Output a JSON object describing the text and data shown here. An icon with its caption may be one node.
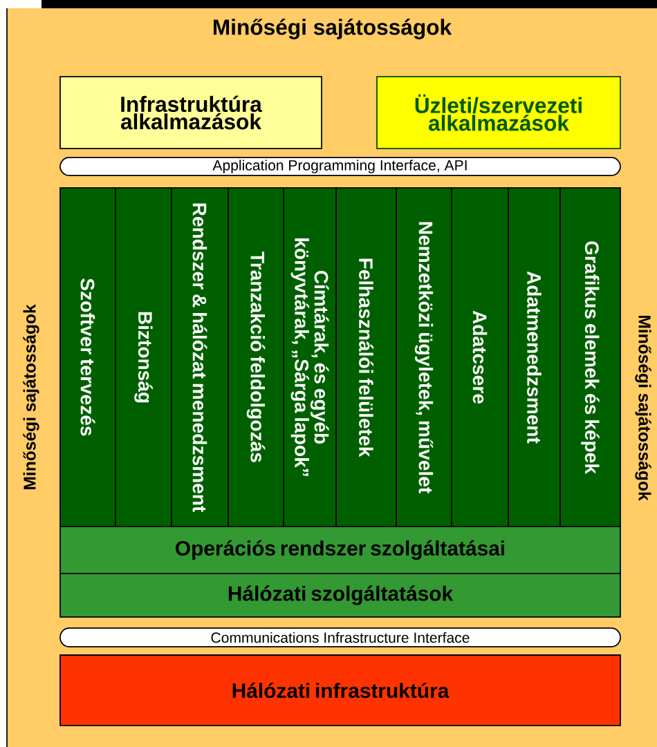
{
  "diagram": {
    "nodes": [
      {
        "text": [
          "Minőségi sajátosságok",
          "Minőségi sajátosságok",
          "Minőségi sajátosságok"
        ]
      },
      {
        "text": [
          "Infrastruktúra alkalmazások"
        ],
        "in": 0
      },
      {
        "text": [
          "Üzleti/szervezeti alkalmazások"
        ],
        "in": 0
      },
      {
        "text": [
          "Application Programming Interface, API"
        ],
        "in": 0
      },
      {
        "text": [
          "Szoftver tervezés"
        ],
        "in": 0
      },
      {
        "text": [
          "Biztonság"
        ],
        "in": 0
      },
      {
        "text": [
          "Rendszer & hálózat menedzsment"
        ],
        "in": 0
      },
      {
        "text": [
          "Tranzakció feldolgozás"
        ],
        "in": 0
      },
      {
        "text": [
          "Címtárak, és egyéb könyvtárak, „Sárga lapok”"
        ],
        "in": 0
      },
      {
        "text": [
          "Felhasználói felületek"
        ],
        "in": 0
      },
      {
        "text": [
          "Nemzetközi ügyletek, művelet"
        ],
        "in": 0
      },
      {
        "text": [
          "Adatcsere"
        ],
        "in": 0
      },
      {
        "text": [
          "Adatmenedzsment"
        ],
        "in": 0
      },
      {
        "text": [
          "Grafikus elemek és képek"
        ],
        "in": 0
      },
      {
        "text": [
          "Operációs rendszer szolgáltatásai"
        ],
        "in": 0
      },
      {
        "text": [
          "Hálózati szolgáltatások"
        ],
        "in": 0
      },
      {
        "text": [
          "Communications Infrastructure Interface"
        ],
        "in": 0
      },
      {
        "text": [
          "Hálózati infrastruktúra"
        ],
        "in": 0
      }
    ],
    "edges": []
  }
}
